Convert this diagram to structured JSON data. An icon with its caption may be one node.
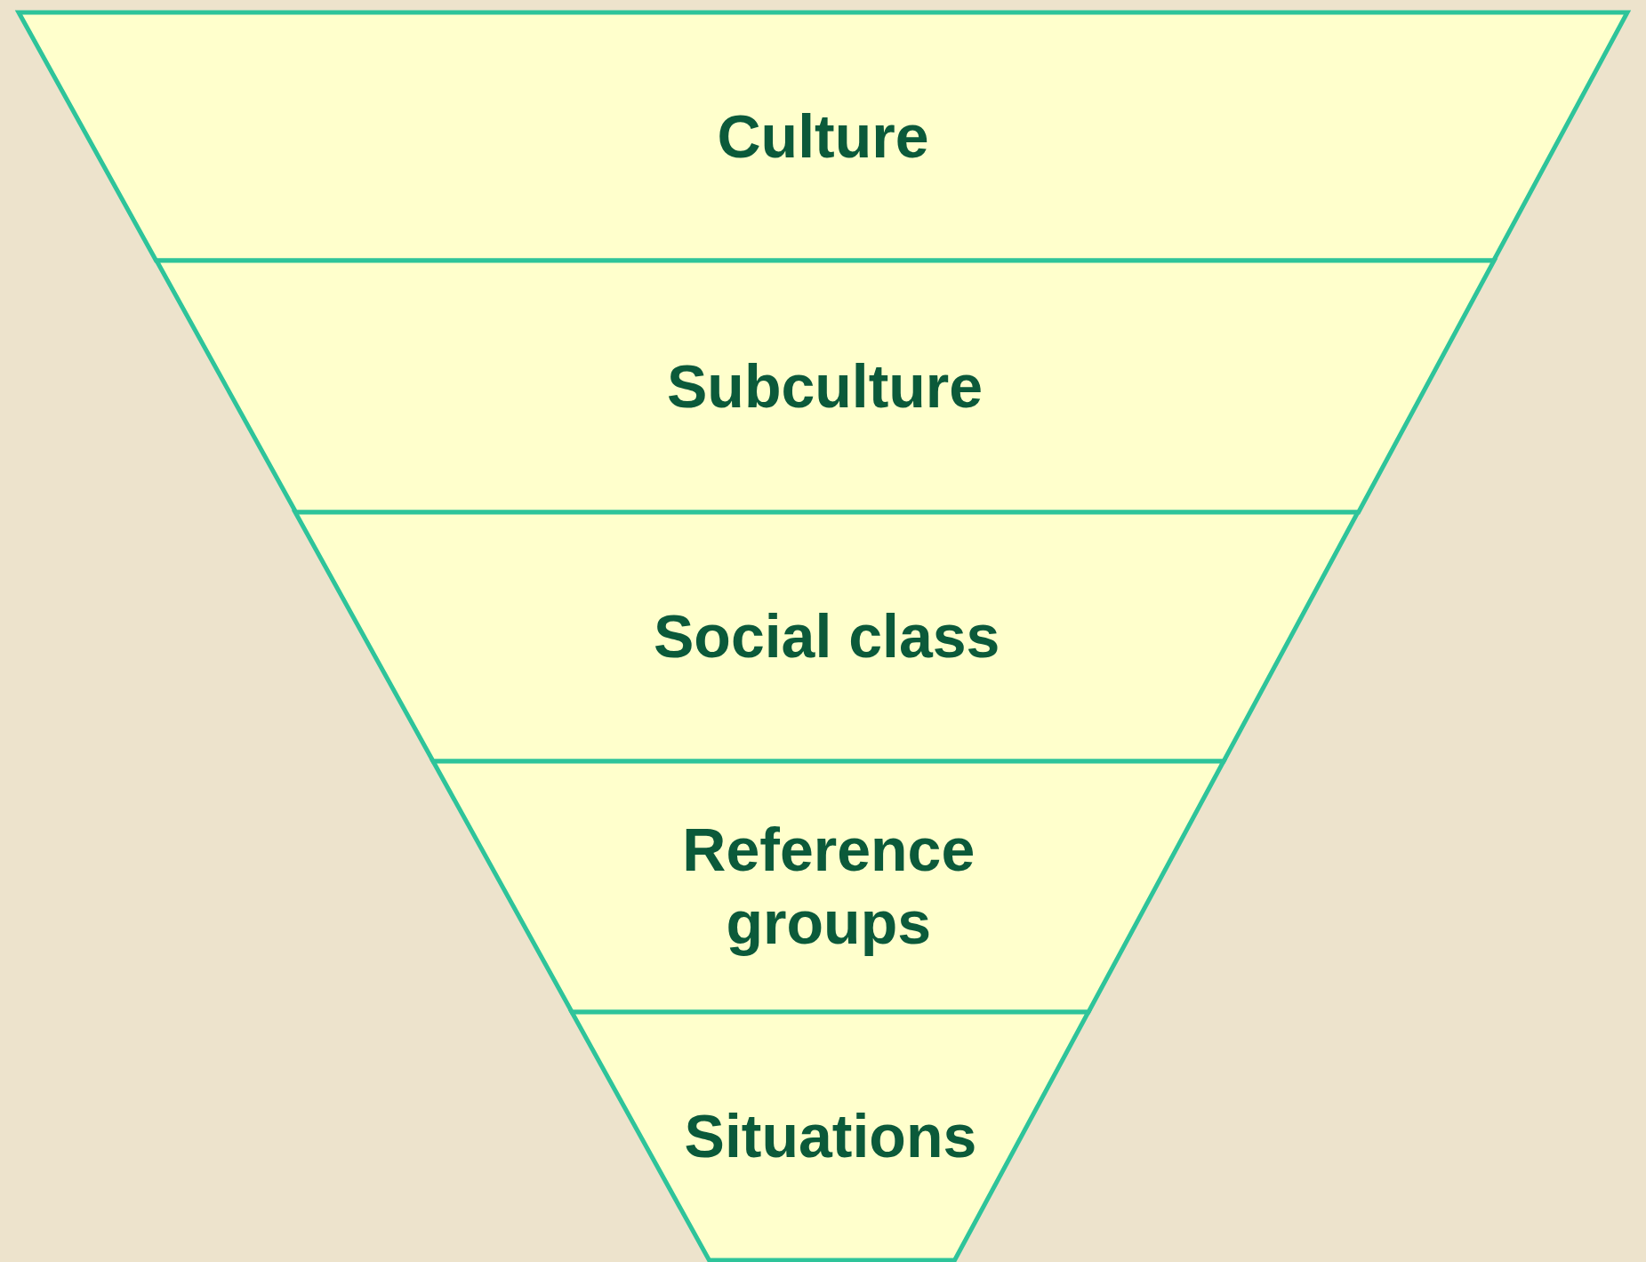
{
  "diagram": {
    "nodes": [
      {
        "text": [
          "Culture"
        ]
      },
      {
        "text": [
          "Subculture"
        ]
      },
      {
        "text": [
          "Social class"
        ]
      },
      {
        "text": [
          "Reference groups"
        ]
      },
      {
        "text": [
          "Situations"
        ]
      }
    ],
    "edges": []
  }
}
